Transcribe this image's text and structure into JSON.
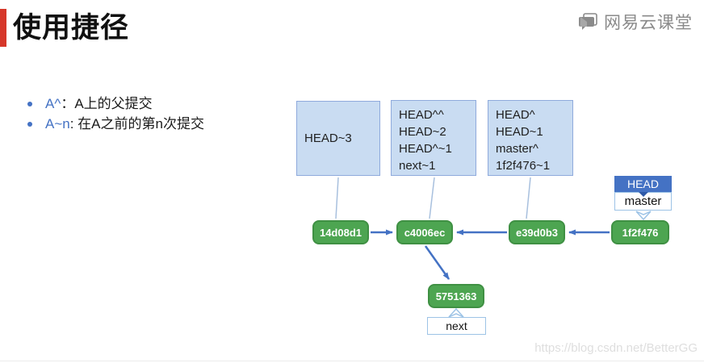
{
  "header": {
    "title": "使用捷径",
    "logo_text": "网易云课堂"
  },
  "bullets": [
    {
      "term": "A^",
      "rest": "：A上的父提交"
    },
    {
      "term": "A~n",
      "rest": ": 在A之前的第n次提交"
    }
  ],
  "diagram": {
    "ref_boxes": [
      {
        "lines": [
          "HEAD~3"
        ]
      },
      {
        "lines": [
          "HEAD^^",
          "HEAD~2",
          "HEAD^~1",
          "next~1"
        ]
      },
      {
        "lines": [
          "HEAD^",
          "HEAD~1",
          "master^",
          "1f2f476~1"
        ]
      }
    ],
    "commits": {
      "c1": "14d08d1",
      "c2": "c4006ec",
      "c3": "e39d0b3",
      "c4": "1f2f476",
      "c5": "5751363"
    },
    "branch_labels": {
      "head": "HEAD",
      "master": "master",
      "next": "next"
    },
    "colors": {
      "commit_fill": "#4da551",
      "commit_border": "#3f9043",
      "ref_fill": "#c9dcf2",
      "ref_border": "#8faadc",
      "arrow_blue": "#4472c4",
      "connector_blue": "#a8c0de",
      "head_bg": "#4472c4",
      "label_border": "#9dc3e6",
      "accent_red": "#d6372a",
      "logo_gray": "#8a8a8a"
    }
  },
  "watermark": "https://blog.csdn.net/BetterGG"
}
